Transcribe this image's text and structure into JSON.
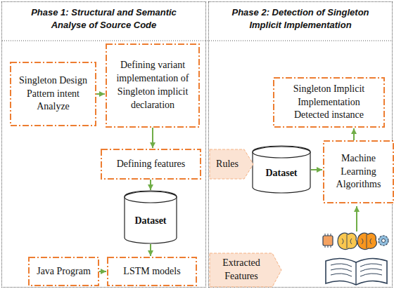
{
  "diagram": {
    "nodes": [
      {
        "text": [
          "Phase 1: Structural and Semantic Analyse of Source Code"
        ]
      },
      {
        "text": [
          "Singleton Design Pattern intent Analyze"
        ],
        "in": 0
      },
      {
        "text": [
          "Defining variant implementation of Singleton implicit declaration"
        ],
        "in": 0
      },
      {
        "text": [
          "Defining features"
        ],
        "in": 0
      },
      {
        "text": [
          "Dataset"
        ],
        "in": 0
      },
      {
        "text": [
          "Java Program"
        ],
        "in": 0
      },
      {
        "text": [
          "LSTM models"
        ],
        "in": 0
      },
      {
        "text": [
          "Phase 2: Detection of Singleton Implicit Implementation"
        ]
      },
      {
        "text": [
          "Singleton Implicit Implementation Detected instance"
        ],
        "in": 7
      },
      {
        "text": [
          "Dataset"
        ],
        "in": 7
      },
      {
        "text": [
          "Machine Learning Algorithms"
        ],
        "in": 7
      },
      {
        "text": [
          "Rules"
        ]
      },
      {
        "text": [
          "Extracted Features"
        ]
      }
    ],
    "edges": [
      {
        "from": 1,
        "to": 2,
        "arrow": "to"
      },
      {
        "from": 2,
        "to": 3,
        "arrow": "to"
      },
      {
        "from": 3,
        "to": 4,
        "arrow": "to"
      },
      {
        "from": 4,
        "to": 6,
        "arrow": "to"
      },
      {
        "from": 5,
        "to": 6,
        "arrow": "to"
      },
      {
        "from": 9,
        "to": 10,
        "arrow": "to"
      },
      {
        "from": 10,
        "to": 8,
        "arrow": "to"
      }
    ]
  }
}
